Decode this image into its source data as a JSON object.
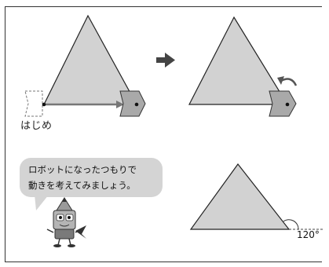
{
  "start_label": "はじめ",
  "speech_bubble": {
    "line1": "ロボットになったつもりで",
    "line2": "動きを考えてみましょう。"
  },
  "angle_label": "120°",
  "icons": {
    "step_arrow": "right-arrow-icon",
    "turn_arrow": "curved-arrow-icon",
    "mascot": "pencil-robot-icon"
  },
  "colors": {
    "triangle_fill": "#d2d2d2",
    "robot_fill": "#a9a9a9",
    "bubble_fill": "#d4d4d4",
    "outline": "#222222"
  }
}
